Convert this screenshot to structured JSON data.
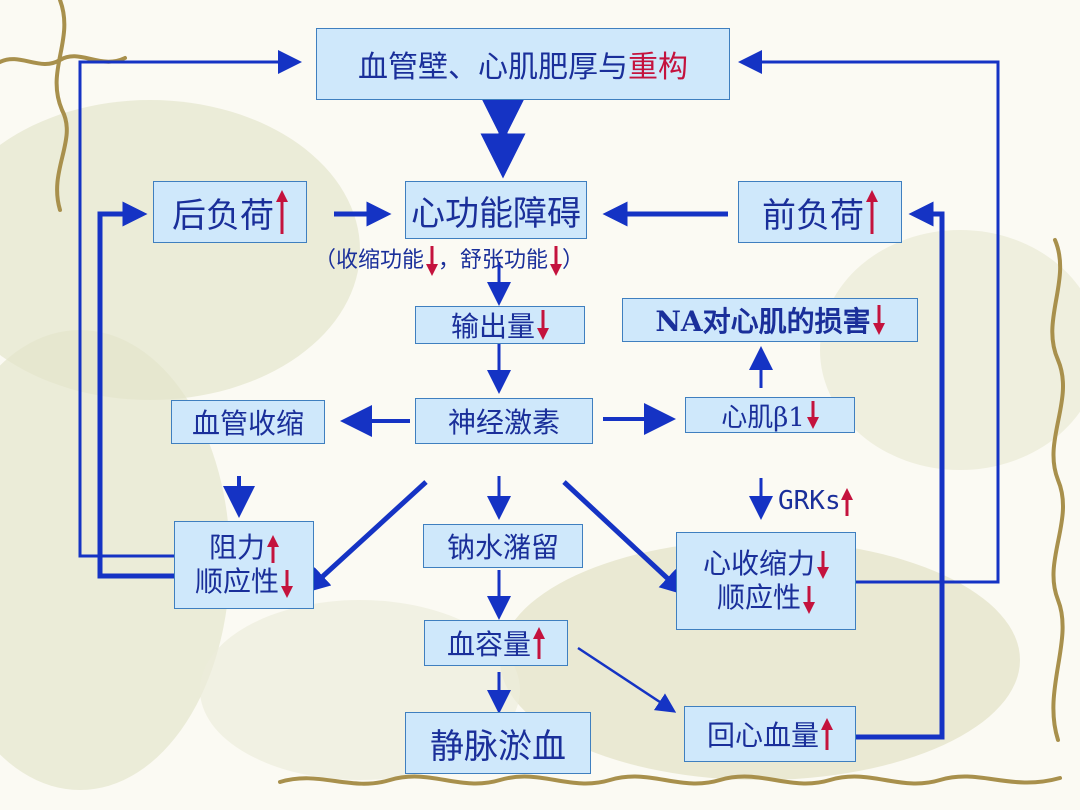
{
  "nodes": {
    "remodel": {
      "text": "血管壁、心肌肥厚与",
      "red_text": "重构"
    },
    "afterload": {
      "text": "后负荷"
    },
    "cardiac_dysfunction": {
      "text": "心功能障碍"
    },
    "preload": {
      "text": "前负荷"
    },
    "function_note": {
      "open": "（收缩功能",
      "middle": "，舒张功能",
      "close": "）"
    },
    "output": {
      "text": "输出量"
    },
    "na_damage": {
      "text": "NA对心肌的损害"
    },
    "vasoconstriction": {
      "text": "血管收缩"
    },
    "neurohormone": {
      "text": "神经激素"
    },
    "beta1": {
      "text": "心肌β1"
    },
    "grks": {
      "text": "GRKs"
    },
    "resistance": {
      "line1": "阻力",
      "line2": "顺应性"
    },
    "sodium_water": {
      "text": "钠水潴留"
    },
    "contractility": {
      "line1": "心收缩力",
      "line2": "顺应性"
    },
    "blood_volume": {
      "text": "血容量"
    },
    "venous_congestion": {
      "text": "静脉淤血"
    },
    "venous_return": {
      "text": "回心血量"
    }
  },
  "colors": {
    "box_fill": "#cfe8fb",
    "box_border": "#3f7fbf",
    "text": "#1a2f9a",
    "accent_red": "#c4123d",
    "arrow_blue": "#1533c4"
  },
  "icons": {
    "up": "up-arrow-icon",
    "down": "down-arrow-icon"
  }
}
